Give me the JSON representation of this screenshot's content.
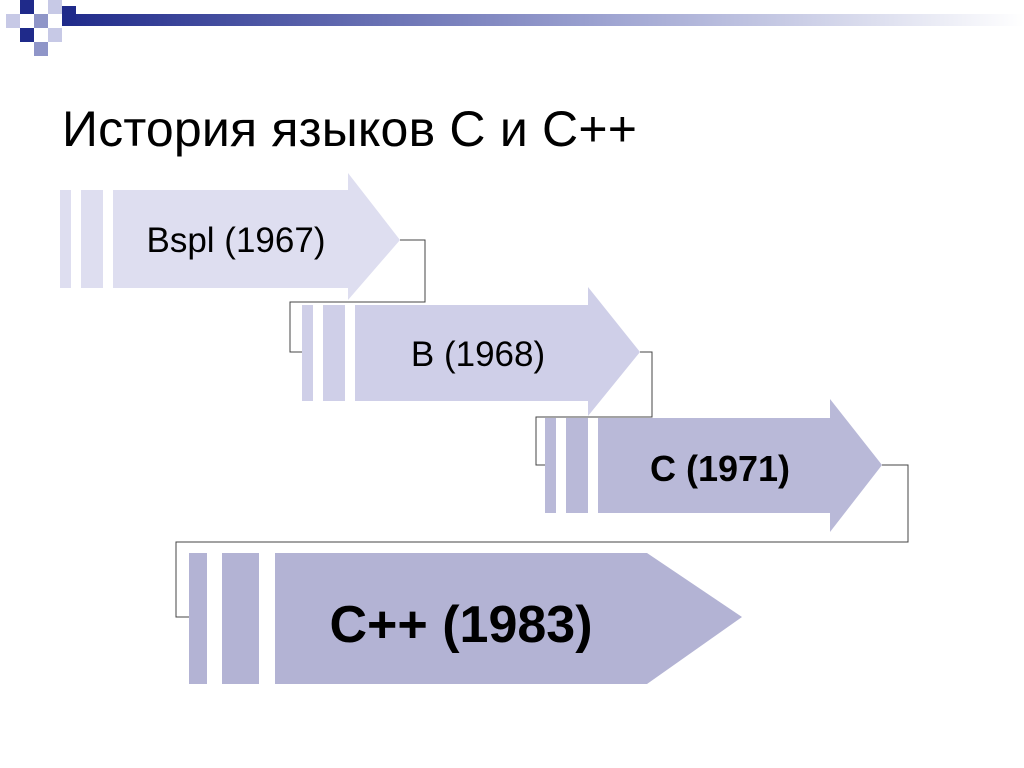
{
  "slide": {
    "title": "История языков С и С++",
    "accent_color": "#1f2a8a",
    "steps": [
      {
        "label": "Bspl (1967)",
        "bold": false,
        "fill": "#dedef0"
      },
      {
        "label": "B (1968)",
        "bold": false,
        "fill": "#cfcfe8"
      },
      {
        "label": "C (1971)",
        "bold": true,
        "fill": "#b9b9d8"
      },
      {
        "label": "C++ (1983)",
        "bold": true,
        "fill": "#b3b3d4"
      }
    ]
  }
}
